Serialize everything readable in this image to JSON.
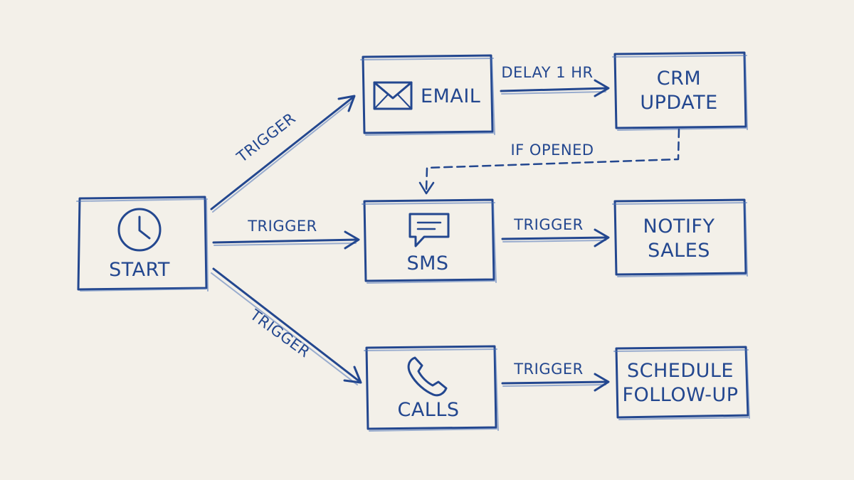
{
  "nodes": {
    "start": {
      "label": "START",
      "icon": "clock-icon"
    },
    "email": {
      "label": "EMAIL",
      "icon": "envelope-icon"
    },
    "crm": {
      "line1": "CRM",
      "line2": "UPDATE"
    },
    "sms": {
      "label": "SMS",
      "icon": "chat-bubble-icon"
    },
    "notify": {
      "line1": "NOTIFY",
      "line2": "SALES"
    },
    "calls": {
      "label": "CALLS",
      "icon": "phone-icon"
    },
    "schedule": {
      "line1": "SCHEDULE",
      "line2": "FOLLOW-UP"
    }
  },
  "edges": {
    "start_email": "TRIGGER",
    "start_sms": "TRIGGER",
    "start_calls": "TRIGGER",
    "email_crm": "DELAY 1 HR",
    "crm_sms": "IF OPENED",
    "sms_notify": "TRIGGER",
    "calls_schedule": "TRIGGER"
  },
  "colors": {
    "ink": "#23478f",
    "paper": "#f3f0e9"
  }
}
